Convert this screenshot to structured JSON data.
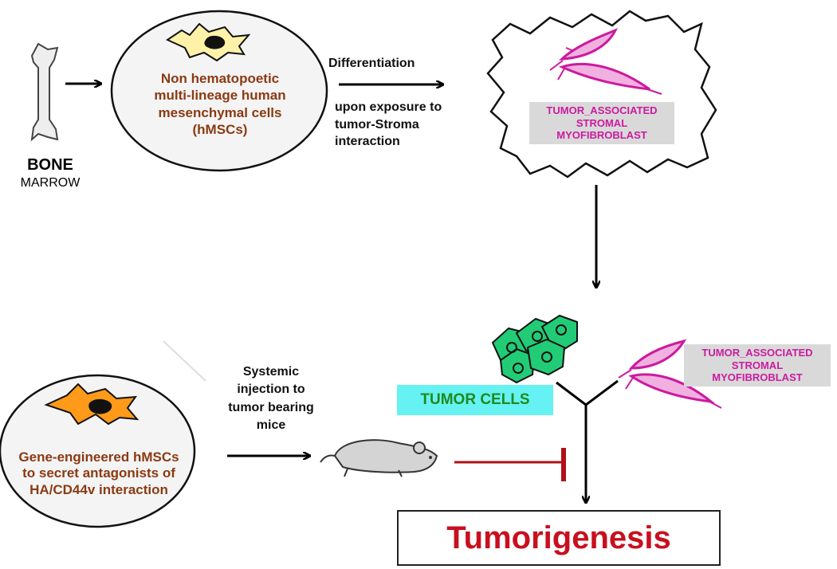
{
  "bone_marrow": {
    "title": "BONE",
    "subtitle": "MARROW"
  },
  "hmsc": {
    "lines": [
      "Non hematopoetic",
      "multi-lineage human",
      "mesenchymal cells",
      "(hMSCs)"
    ]
  },
  "differentiation": {
    "title": "Differentiation",
    "lines": [
      "upon exposure to",
      "tumor-Stroma",
      "interaction"
    ]
  },
  "myofibroblast_top": {
    "lines": [
      "TUMOR_ASSOCIATED",
      "STROMAL",
      "MYOFIBROBLAST"
    ]
  },
  "myofibroblast_bottom": {
    "lines": [
      "TUMOR_ASSOCIATED",
      "STROMAL",
      "MYOFIBROBLAST"
    ]
  },
  "tumor_cells": {
    "label": "TUMOR CELLS"
  },
  "engineered": {
    "lines": [
      "Gene-engineered hMSCs",
      "to secret antagonists of",
      "HA/CD44v interaction"
    ]
  },
  "injection": {
    "lines": [
      "Systemic",
      "injection to",
      "tumor bearing",
      "mice"
    ]
  },
  "outcome": {
    "label": "Tumorigenesis"
  },
  "colors": {
    "brown_text": "#8a3a12",
    "magenta": "#cc1a9f",
    "tumor_green": "#22cc77",
    "inhibit_red": "#b01018",
    "hmsc_cell": "#fff2a8",
    "engineered_cell": "#ff9a1a"
  }
}
